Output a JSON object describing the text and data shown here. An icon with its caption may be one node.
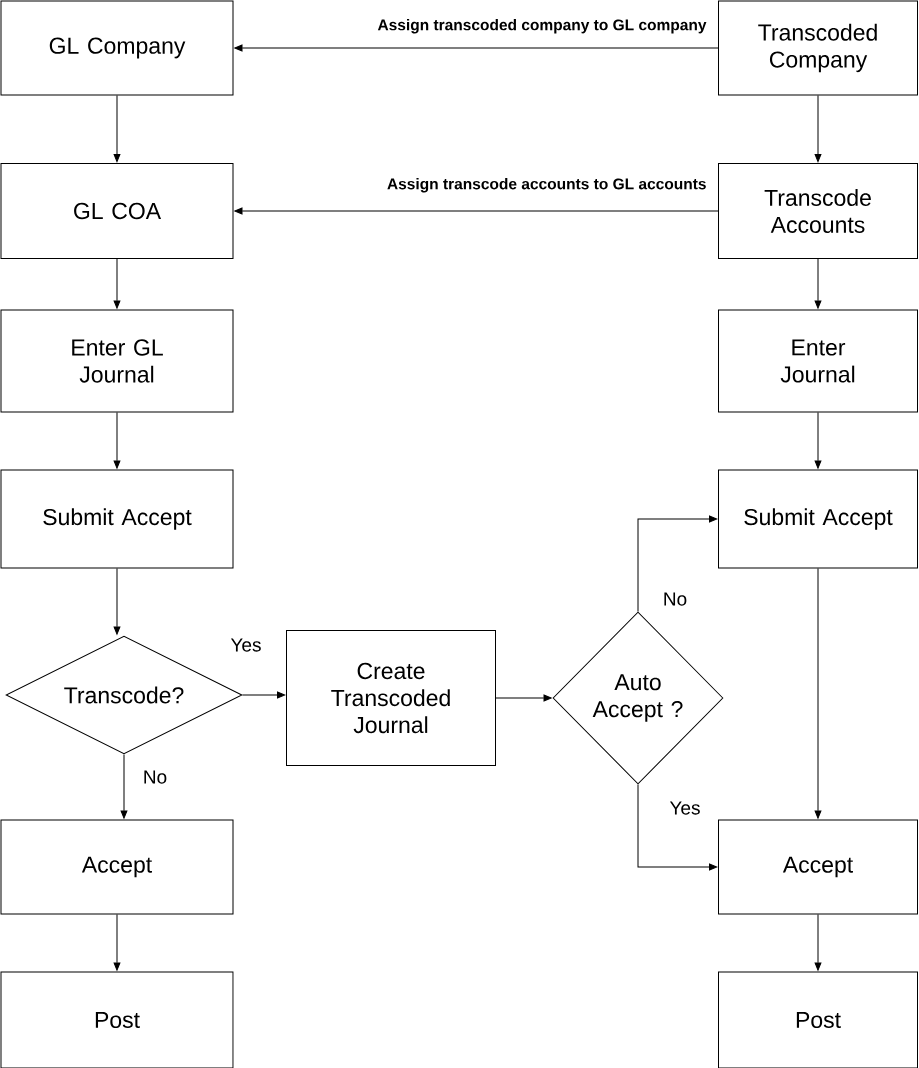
{
  "diagram": {
    "nodes": [
      {
        "text": [
          "GL Company"
        ]
      },
      {
        "text": [
          "Transcoded Company"
        ]
      },
      {
        "text": [
          "GL COA"
        ]
      },
      {
        "text": [
          "Transcode Accounts"
        ]
      },
      {
        "text": [
          "Enter GL Journal"
        ]
      },
      {
        "text": [
          "Enter Journal"
        ]
      },
      {
        "text": [
          "Submit Accept"
        ]
      },
      {
        "text": [
          "Submit Accept"
        ]
      },
      {
        "text": [
          "Transcode?"
        ]
      },
      {
        "text": [
          "Create Transcoded Journal"
        ]
      },
      {
        "text": [
          "Auto Accept ?"
        ]
      },
      {
        "text": [
          "Accept"
        ]
      },
      {
        "text": [
          "Accept"
        ]
      },
      {
        "text": [
          "Post"
        ]
      },
      {
        "text": [
          "Post"
        ]
      }
    ],
    "edges": [
      {
        "from": 1,
        "to": 0,
        "arrow": "to",
        "label": "Assign transcoded company to GL company"
      },
      {
        "from": 0,
        "to": 2,
        "arrow": "to"
      },
      {
        "from": 1,
        "to": 3,
        "arrow": "to"
      },
      {
        "from": 3,
        "to": 2,
        "arrow": "to",
        "label": "Assign transcode accounts to GL accounts"
      },
      {
        "from": 2,
        "to": 4,
        "arrow": "to"
      },
      {
        "from": 3,
        "to": 5,
        "arrow": "to"
      },
      {
        "from": 4,
        "to": 6,
        "arrow": "to"
      },
      {
        "from": 5,
        "to": 7,
        "arrow": "to"
      },
      {
        "from": 6,
        "to": 8,
        "arrow": "to"
      },
      {
        "from": 8,
        "to": 9,
        "arrow": "to",
        "label": "Yes"
      },
      {
        "from": 8,
        "to": 11,
        "arrow": "to",
        "label": "No"
      },
      {
        "from": 9,
        "to": 10,
        "arrow": "to"
      },
      {
        "from": 10,
        "to": 7,
        "arrow": "to",
        "label": "No"
      },
      {
        "from": 10,
        "to": 12,
        "arrow": "to",
        "label": "Yes"
      },
      {
        "from": 7,
        "to": 12,
        "arrow": "to"
      },
      {
        "from": 11,
        "to": 13,
        "arrow": "to"
      },
      {
        "from": 12,
        "to": 14,
        "arrow": "to"
      }
    ]
  }
}
